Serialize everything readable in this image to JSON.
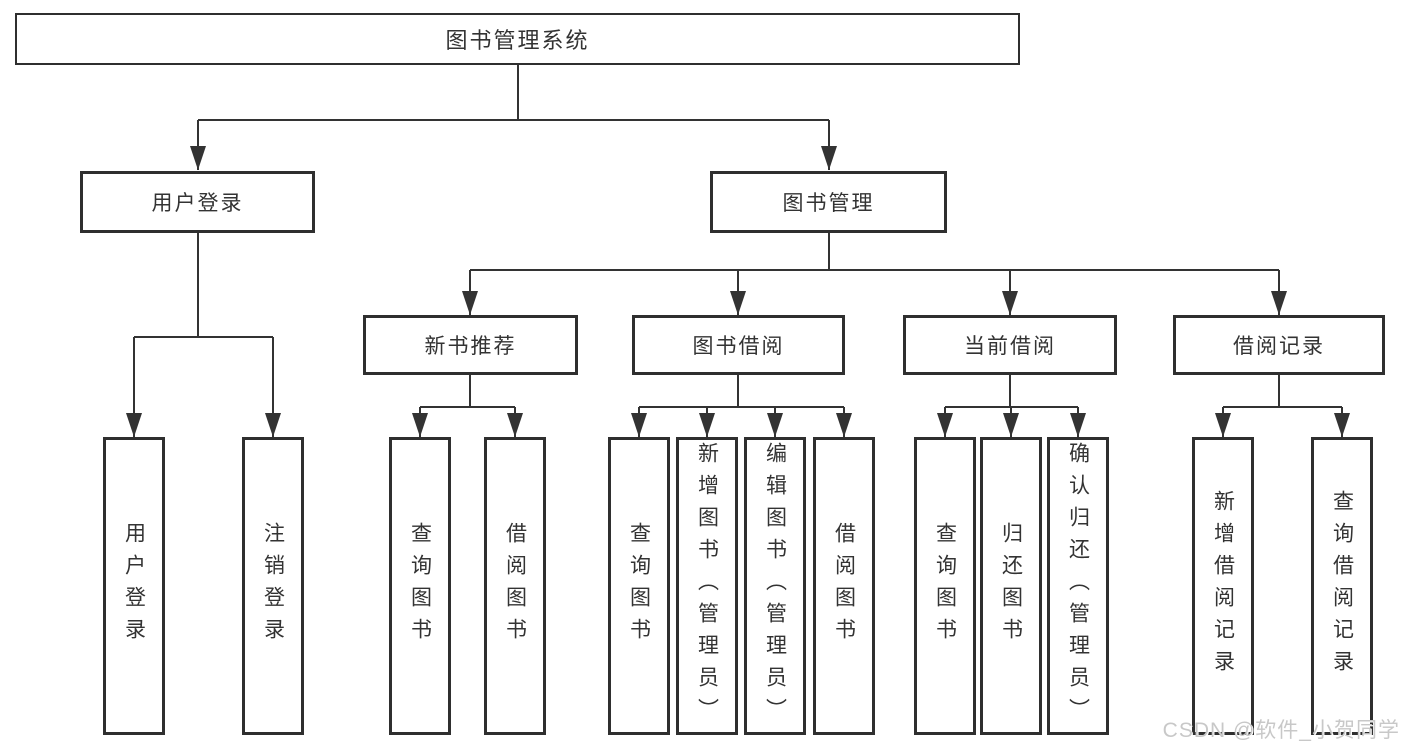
{
  "diagram_title": "图书管理系统",
  "tree": {
    "root": {
      "label": "图书管理系统"
    },
    "children": [
      {
        "label": "用户登录",
        "children": [
          {
            "label": "用户登录"
          },
          {
            "label": "注销登录"
          }
        ]
      },
      {
        "label": "图书管理",
        "children": [
          {
            "label": "新书推荐",
            "children": [
              {
                "label": "查询图书"
              },
              {
                "label": "借阅图书"
              }
            ]
          },
          {
            "label": "图书借阅",
            "children": [
              {
                "label": "查询图书"
              },
              {
                "label": "新增图书（管理员）"
              },
              {
                "label": "编辑图书（管理员）"
              },
              {
                "label": "借阅图书"
              }
            ]
          },
          {
            "label": "当前借阅",
            "children": [
              {
                "label": "查询图书"
              },
              {
                "label": "归还图书"
              },
              {
                "label": "确认归还（管理员）"
              }
            ]
          },
          {
            "label": "借阅记录",
            "children": [
              {
                "label": "新增借阅记录"
              },
              {
                "label": "查询借阅记录"
              }
            ]
          }
        ]
      }
    ]
  },
  "watermark": {
    "text": "CSDN @软件_小贺同学"
  },
  "colors": {
    "line": "#333333",
    "box_border": "#2f2f2f",
    "text": "#333333",
    "background": "#ffffff",
    "watermark": "#c8c8c8"
  }
}
